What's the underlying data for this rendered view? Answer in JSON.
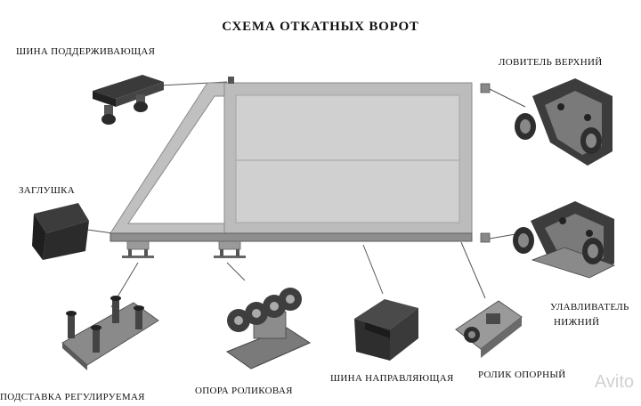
{
  "title": "СХЕМА ОТКАТНЫХ ВОРОТ",
  "labels": {
    "support_rail": "ШИНА ПОДДЕРЖИВАЮЩАЯ",
    "end_cap": "ЗАГЛУШКА",
    "adjustable_base": "ПОДСТАВКА РЕГУЛИРУЕМАЯ",
    "roller_support": "ОПОРА РОЛИКОВАЯ",
    "guide_rail": "ШИНА НАПРАВЛЯЮЩАЯ",
    "support_roller": "РОЛИК ОПОРНЫЙ",
    "upper_catcher": "ЛОВИТЕЛЬ ВЕРХНИЙ",
    "lower_catcher_line1": "УЛАВЛИВАТЕЛЬ",
    "lower_catcher_line2": "НИЖНИЙ"
  },
  "watermark": "Avito",
  "colors": {
    "frame": "#b4b4b4",
    "panel": "#d2d2d2",
    "metal": "#6e6e6e",
    "dark": "#2f2f2f"
  }
}
